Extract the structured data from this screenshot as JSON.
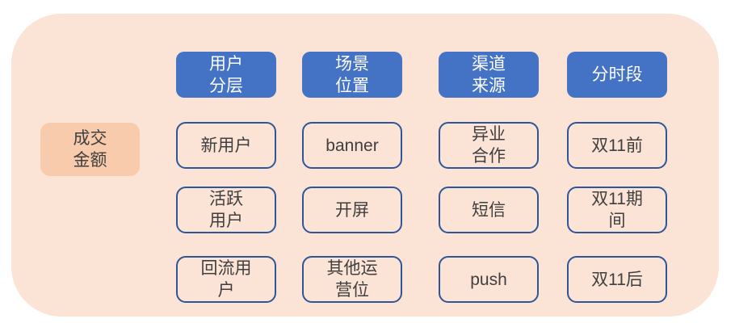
{
  "diagram": {
    "title_hint": "transaction-amount breakdown tree",
    "root": {
      "label": "成交\n金额"
    },
    "columns": [
      {
        "id": "user-segment",
        "header": "用户\n分层",
        "items": [
          "新用户",
          "活跃\n用户",
          "回流用\n户"
        ]
      },
      {
        "id": "scene-position",
        "header": "场景\n位置",
        "items": [
          "banner",
          "开屏",
          "其他运\n营位"
        ]
      },
      {
        "id": "channel-source",
        "header": "渠道\n来源",
        "items": [
          "异业\n合作",
          "短信",
          "push"
        ]
      },
      {
        "id": "time-period",
        "header": "分时段",
        "items": [
          "双11前",
          "双11期\n间",
          "双11后"
        ]
      }
    ],
    "colors": {
      "canvas_bg": "#ffffff",
      "panel_fill": "#fbe3d5",
      "root_fill": "#f8cbad",
      "header_fill": "#4472c4",
      "header_text": "#ffffff",
      "item_border": "#2e5597",
      "body_text": "#3f3f3f"
    }
  }
}
